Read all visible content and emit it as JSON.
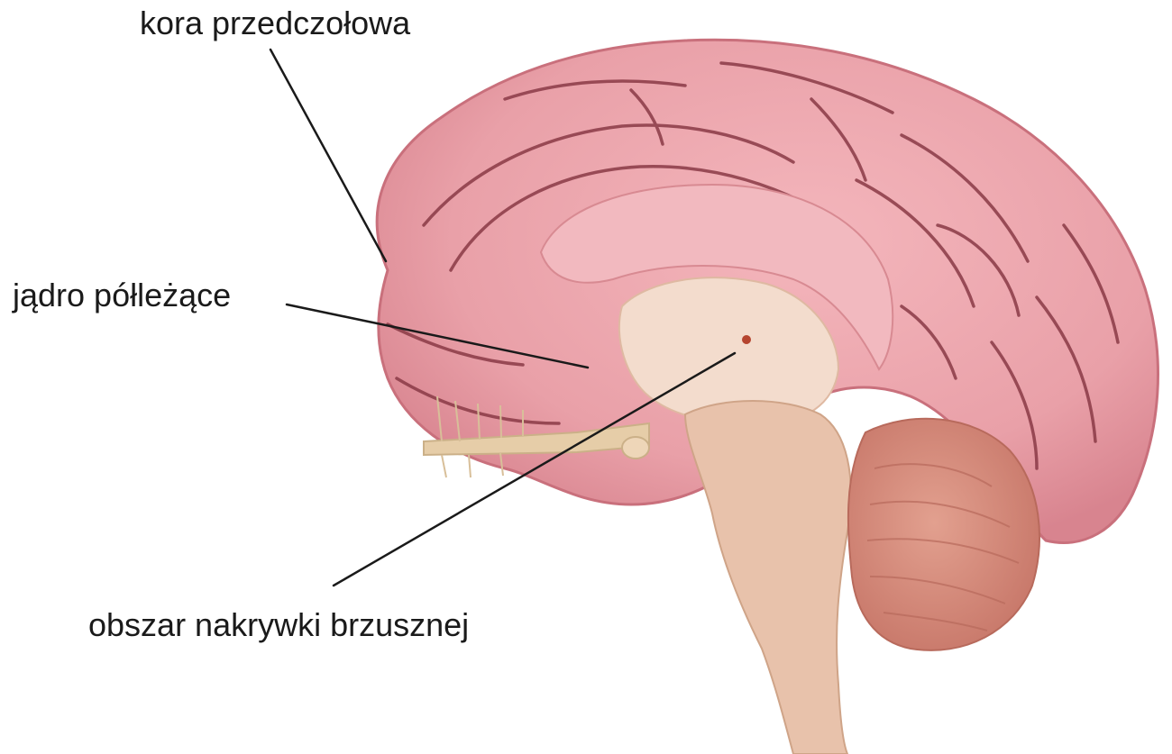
{
  "labels": {
    "prefrontal_cortex": "kora przedczołowa",
    "nucleus_accumbens": "jądro półleżące",
    "ventral_tegmental_area": "obszar nakrywki brzusznej"
  },
  "colors": {
    "cortex": "#eaa0a8",
    "cortex_dark": "#c9707c",
    "sulcus": "#8a3a46",
    "corpus_callosum": "#f2b9bf",
    "brainstem": "#e8c2ab",
    "brainstem_light": "#f3dccd",
    "cerebellum": "#d9907f",
    "cerebellum_dark": "#b86a5c",
    "nerve": "#e6cda8",
    "leader_line": "#1a1a1a",
    "point_marker": "#b5452f"
  }
}
